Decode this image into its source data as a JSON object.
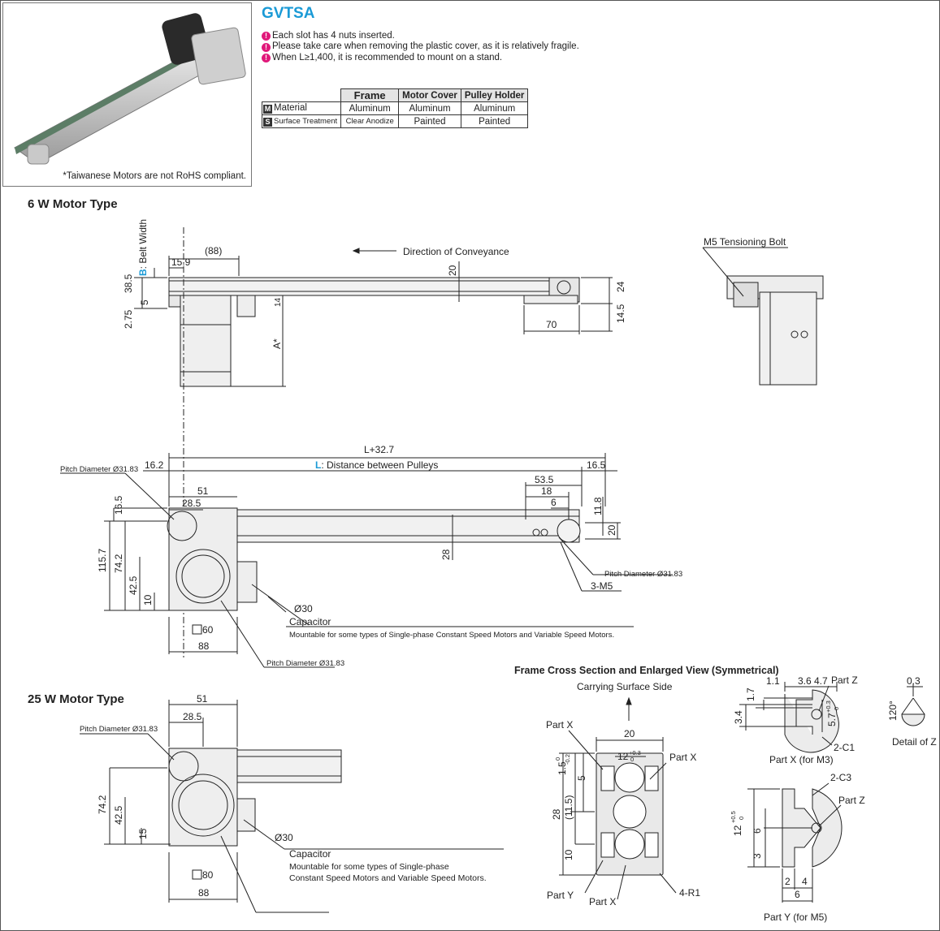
{
  "product": {
    "title": "GVTSA",
    "photo_note": "*Taiwanese Motors are not RoHS compliant.",
    "notes": [
      "Each slot has 4 nuts inserted.",
      "Please take care when removing the plastic cover, as it is relatively fragile.",
      "When L≥1,400, it is recommended to mount on a stand."
    ]
  },
  "material_table": {
    "headers": [
      "Frame",
      "Motor Cover",
      "Pulley Holder"
    ],
    "rows": [
      {
        "badge": "M",
        "label": "Material",
        "values": [
          "Aluminum",
          "Aluminum",
          "Aluminum"
        ]
      },
      {
        "badge": "S",
        "label": "Surface Treatment",
        "values": [
          "Clear Anodize",
          "Painted",
          "Painted"
        ]
      }
    ]
  },
  "sections": {
    "w6": "6 W Motor Type",
    "w25": "25 W Motor Type",
    "cross": "Frame Cross Section and Enlarged View (Symmetrical)"
  },
  "side_view": {
    "belt_b": "B",
    "belt_width": ": Belt Width",
    "dim_88": "(88)",
    "dim_5_9": "15.9",
    "dim_38_5": "38.5",
    "dim_5": "5",
    "dim_2_75": "2.75",
    "dim_14": "14",
    "dim_a": "A*",
    "dim_20": "20",
    "direction": "Direction of Conveyance",
    "dim_24": "24",
    "dim_14_5": "14.5",
    "dim_70": "70",
    "m5_bolt": "M5 Tensioning Bolt"
  },
  "top_view": {
    "l_plus": "L+32.7",
    "l_letter": "L",
    "l_text": ": Distance between Pulleys",
    "dim_16_2": "16.2",
    "dim_16_5_right": "16.5",
    "pitch": "Pitch Diameter Ø31.83",
    "dim_53_5": "53.5",
    "dim_18": "18",
    "dim_6": "6",
    "dim_11_8": "11.8",
    "dim_20": "20",
    "dim_51": "51",
    "dim_28_5": "28.5",
    "dim_16_5": "16.5",
    "dim_115_7": "115.7",
    "dim_74_2": "74.2",
    "dim_42_5": "42.5",
    "dim_10": "10",
    "dim_28": "28",
    "m5_3": "3-M5",
    "dia30": "Ø30",
    "capacitor": "Capacitor",
    "mountable": "Mountable for some types of Single-phase Constant Speed Motors and Variable Speed Motors.",
    "sq60": "60",
    "dim_88": "88"
  },
  "view25": {
    "pitch": "Pitch Diameter Ø31.83",
    "dim_51": "51",
    "dim_28_5": "28.5",
    "dim_74_2": "74.2",
    "dim_42_5": "42.5",
    "dim_15": "15",
    "dia30": "Ø30",
    "capacitor": "Capacitor",
    "mountable1": "Mountable for some types of Single-phase",
    "mountable2": "Constant Speed Motors and Variable Speed Motors.",
    "sq80": "80",
    "dim_88": "88"
  },
  "cross_section": {
    "carrying": "Carrying Surface Side",
    "part_x": "Part X",
    "part_y": "Part Y",
    "dim_20": "20",
    "dim_12": "12",
    "tol_12": "+0.3",
    "tol_12b": "0",
    "dim_1_5": "1.5",
    "tol_1_5a": "0",
    "tol_1_5b": "-0.2",
    "dim_5": "5",
    "dim_11_5": "(11.5)",
    "dim_28": "28",
    "dim_10": "10",
    "r1": "4-R1"
  },
  "part_x_view": {
    "dim_4_7": "4.7",
    "dim_1_1": "1.1",
    "dim_3_6": "3.6",
    "part_z": "Part Z",
    "dim_1_7": "1.7",
    "dim_3_4": "3.4",
    "dim_5_7": "5.7",
    "tol_5_7a": "+0.3",
    "tol_5_7b": "0",
    "c1": "2-C1",
    "caption": "Part X (for M3)"
  },
  "detail_z": {
    "dim_0_3": "0.3",
    "angle": "120°",
    "caption": "Detail of Z"
  },
  "part_y_view": {
    "c3": "2-C3",
    "part_z": "Part Z",
    "dim_12": "12",
    "tol_12a": "+0.5",
    "tol_12b": "0",
    "dim_6": "6",
    "dim_3": "3",
    "dim_2": "2",
    "dim_4": "4",
    "dim_6b": "6",
    "caption": "Part Y (for M5)"
  }
}
